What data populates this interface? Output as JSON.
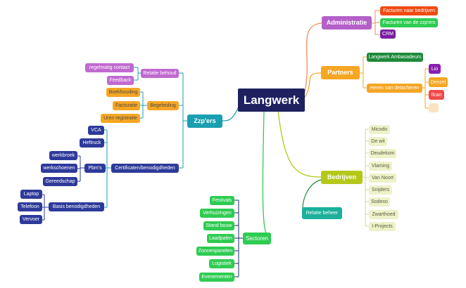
{
  "colors": {
    "root": "#1e2060",
    "admin": "#b460c8",
    "admin_lines": "#f08c5a",
    "partners": "#f5a623",
    "partners_lines": "#f5a623",
    "zzp": "#1a9fb0",
    "zzp_lines": "#1a9fb0",
    "bedrijven": "#b5c81a",
    "sectoren": "#2ecc52",
    "sectoren_lines": "#2ecc52",
    "relatie": "#1ab09a",
    "navy_node": "#2e3a9a",
    "purple_node": "#c06ad0",
    "orange_node": "#f5a623",
    "green_node": "#2ecc52",
    "light_green_node": "#eef2c8"
  },
  "root": {
    "label": "Langwerk"
  },
  "administratie": {
    "label": "Administratie",
    "items": [
      "Facturen naar bedrijven",
      "Facturen van de zzp'ers",
      "CRM"
    ],
    "item_colors": [
      "#f04a10",
      "#2ecc52",
      "#7a1ea0"
    ]
  },
  "partners": {
    "label": "Partners",
    "ambassadeurs": "Langwerk Ambasadeurs",
    "detacheren": "Heren van detacheren",
    "detacheren_items": [
      "Lio",
      "Denzel",
      "Ilcan",
      ""
    ],
    "detacheren_colors": [
      "#8a1eb0",
      "#f5a623",
      "#f04a4a",
      "#fbe3c2"
    ]
  },
  "zzpers": {
    "label": "Zzp'ers",
    "relatie_behoud": "Relatie behoud",
    "relatie_items": [
      "regelmatig contact",
      "Feedback"
    ],
    "begeleiding": "Begeleiding",
    "begeleiding_items": [
      "Boekhouding",
      "Facturatie",
      "Uren registratie"
    ],
    "certificaten": "Certificaten/benodigdheden",
    "cert_items": [
      "VCA",
      "Heftruck"
    ],
    "pbms": "Pbm's",
    "pbm_items": [
      "werkbroek",
      "werkschoenen",
      "Gereedschap"
    ],
    "basis": "Basis benodigdheden",
    "basis_items": [
      "Laptop",
      "Telefoon",
      "Vervoer"
    ]
  },
  "bedrijven": {
    "label": "Bedrijven",
    "items": [
      "Micodo",
      "De wit",
      "Deudekom",
      "Vlaming",
      "Van Noort",
      "Snijders",
      "Sodexo",
      "Zwarthoed",
      "I-Projects"
    ],
    "relatie_beheer": "Relatie beheer"
  },
  "sectoren": {
    "label": "Sectoren",
    "items": [
      "Festivals",
      "Verhuizingen",
      "Stand bouw",
      "Laadpalen",
      "Zonnenpanelen",
      "Logistiek",
      "Evenementen"
    ]
  }
}
